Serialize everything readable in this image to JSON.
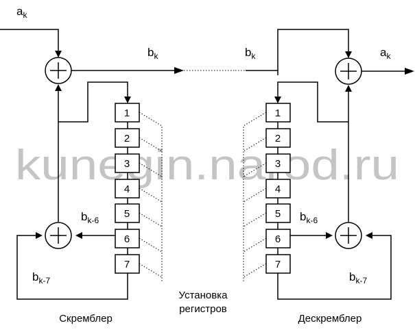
{
  "watermark": "kunegin.narod.ru",
  "labels": {
    "a_in": "a",
    "a_in_sub": "k",
    "b_tx": "b",
    "b_tx_sub": "k",
    "b_rx": "b",
    "b_rx_sub": "k",
    "a_out": "a",
    "a_out_sub": "k",
    "b6_left": "b",
    "b6_left_sub": "k-6",
    "b7_left": "b",
    "b7_left_sub": "k-7",
    "b6_right": "b",
    "b6_right_sub": "k-6",
    "b7_right": "b",
    "b7_right_sub": "k-7"
  },
  "register_cells": [
    "1",
    "2",
    "3",
    "4",
    "5",
    "6",
    "7"
  ],
  "captions": {
    "scrambler": "Скремблер",
    "register_setup_line1": "Установка",
    "register_setup_line2": "регистров",
    "descrambler": "Дескремблер"
  },
  "icons": {
    "adder": "xor-adder-icon"
  }
}
